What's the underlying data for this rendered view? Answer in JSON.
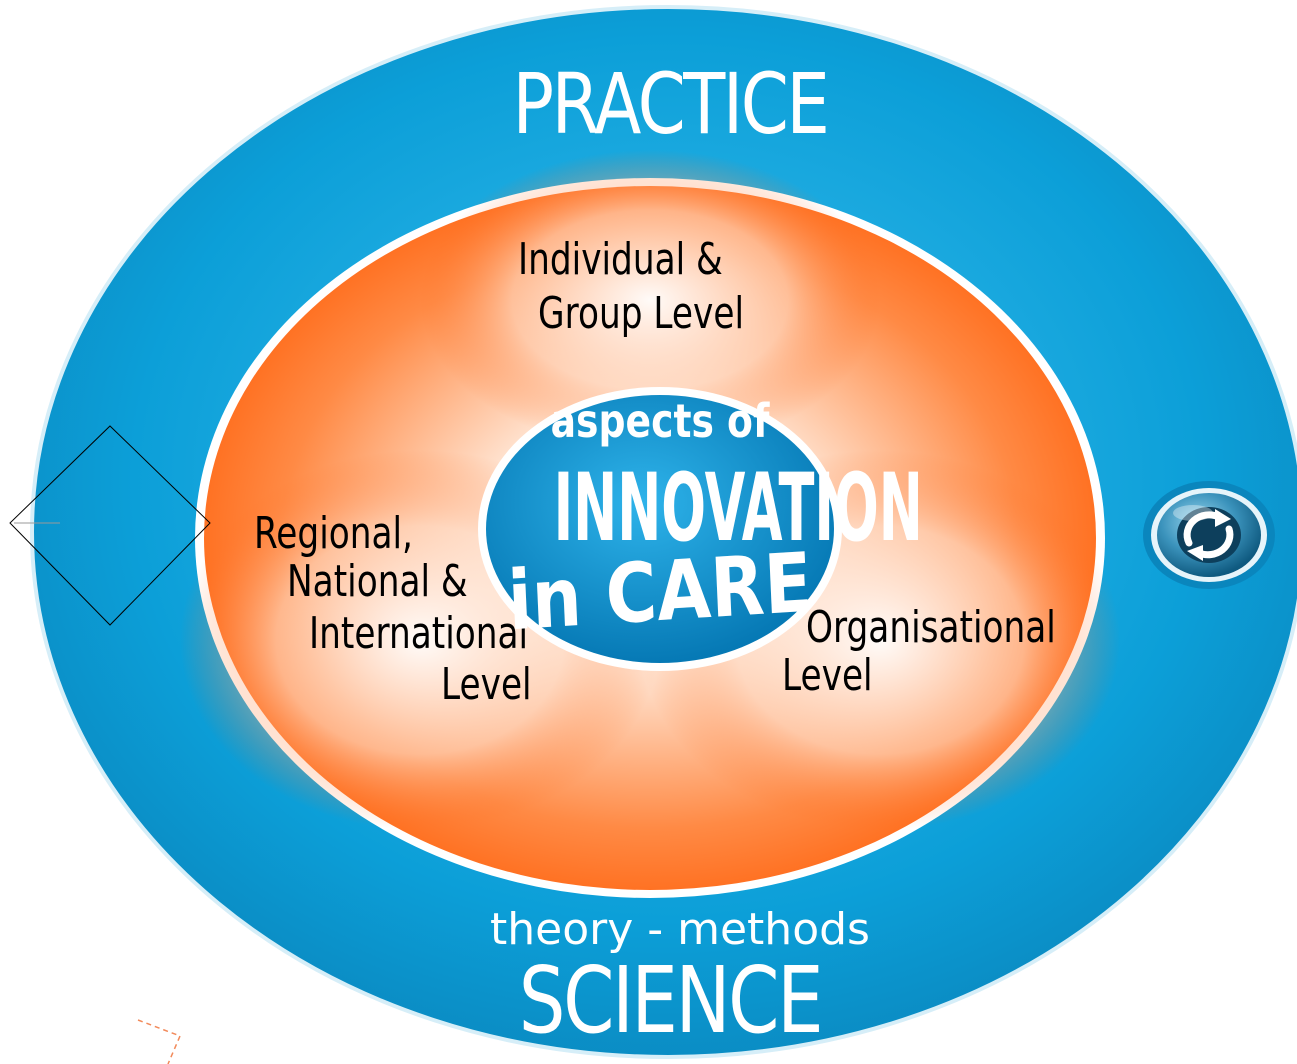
{
  "outer_ring": {
    "top_label": "PRACTICE",
    "bottom_subtitle": "theory - methods",
    "bottom_label": "SCIENCE"
  },
  "levels": {
    "individual": [
      "Individual &",
      "Group Level"
    ],
    "regional": [
      "Regional,",
      "National &",
      "International",
      "Level"
    ],
    "organisational": [
      "Organisational",
      "Level"
    ]
  },
  "center": {
    "line1": "aspects of",
    "line2": "INNOVATION",
    "line3": "in CARE"
  },
  "controls": {
    "refresh_icon": "refresh-icon"
  },
  "colors": {
    "ring_blue": "#0a9fd6",
    "ring_dark_blue": "#0877a8",
    "inner_orange": "#ff6a1a",
    "center_blue": "#0a8fcc",
    "text_white": "#ffffff",
    "text_black": "#000000"
  }
}
